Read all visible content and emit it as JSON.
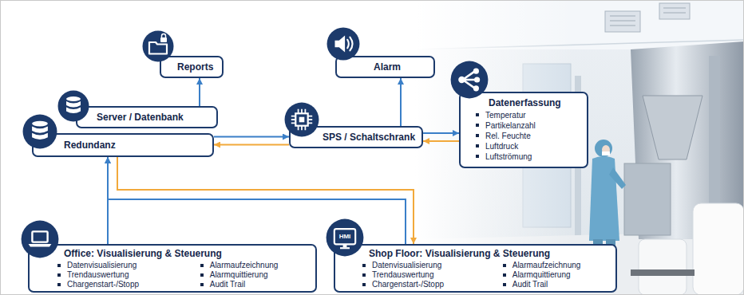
{
  "diagram": {
    "nodes": [
      {
        "text": [
          "Reports"
        ]
      },
      {
        "text": [
          "Server / Datenbank"
        ]
      },
      {
        "text": [
          "Redundanz"
        ]
      },
      {
        "text": [
          "Alarm"
        ]
      },
      {
        "text": [
          "SPS / Schaltschrank"
        ]
      },
      {
        "text": [
          "Datenerfassung",
          "Temperatur",
          "Partikelanzahl",
          "Rel. Feuchte",
          "Luftdruck",
          "Luftströmung"
        ]
      },
      {
        "text": [
          "Office: Visualisierung & Steuerung",
          "Datenvisualisierung",
          "Trendauswertung",
          "Chargenstart-/Stopp",
          "Alarmaufzeichnung",
          "Alarmquittierung",
          "Audit Trail"
        ]
      },
      {
        "text": [
          "Shop Floor: Visualisierung & Steuerung",
          "Datenvisualisierung",
          "Trendauswertung",
          "Chargenstart-/Stopp",
          "Alarmaufzeichnung",
          "Alarmquittierung",
          "Audit Trail"
        ]
      }
    ],
    "edges": [
      {
        "from": 1,
        "to": 0,
        "arrow": "to"
      },
      {
        "from": 2,
        "to": 4,
        "arrow": "to"
      },
      {
        "from": 4,
        "to": 2,
        "arrow": "to"
      },
      {
        "from": 4,
        "to": 3,
        "arrow": "to"
      },
      {
        "from": 4,
        "to": 5,
        "arrow": "to"
      },
      {
        "from": 5,
        "to": 4,
        "arrow": "to"
      },
      {
        "from": 6,
        "to": 2,
        "arrow": "to"
      },
      {
        "from": 7,
        "to": 2,
        "arrow": "to"
      },
      {
        "from": 2,
        "to": 7,
        "arrow": "to"
      }
    ],
    "labels": [
      "HMI"
    ]
  }
}
